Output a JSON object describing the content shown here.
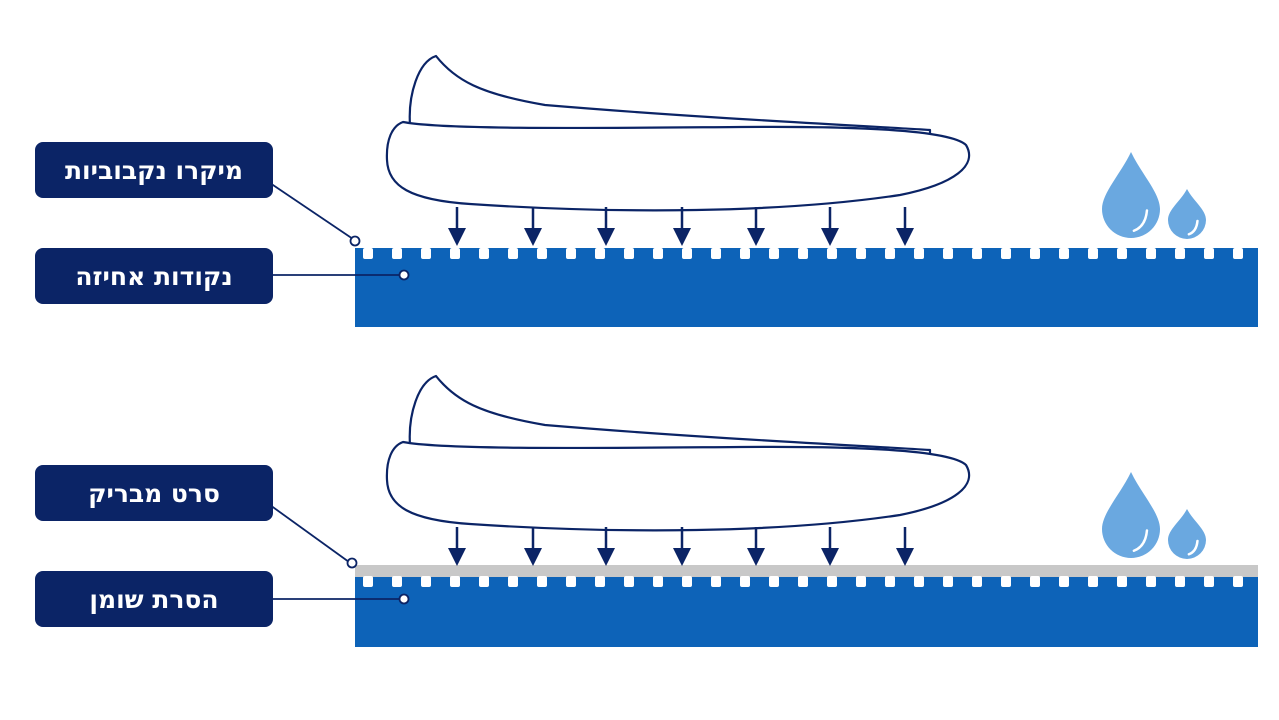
{
  "labels": {
    "top_upper": "מיקרו נקבוביות",
    "top_lower": "נקודות אחיזה",
    "bottom_upper": "סרט מבריק",
    "bottom_lower": "הסרת שומן"
  },
  "colors": {
    "label_bg": "#0b2466",
    "surface": "#0d63b8",
    "film": "#c8c8c8",
    "arrow": "#0b2466",
    "drop": "#6aa8e0",
    "outline": "#0b2466"
  },
  "panels": [
    {
      "name": "micro-pores-panel",
      "film": false,
      "arrow_count": 7,
      "drop_count": 2
    },
    {
      "name": "glossy-film-panel",
      "film": true,
      "arrow_count": 7,
      "drop_count": 2
    }
  ]
}
